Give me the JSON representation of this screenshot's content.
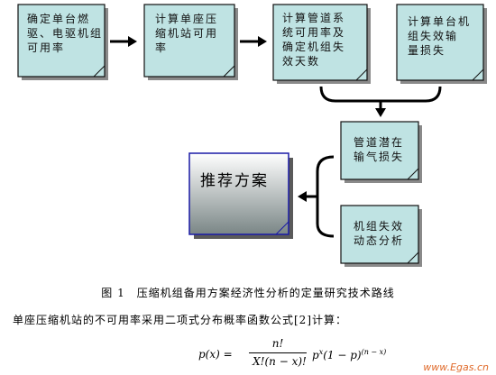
{
  "boxes": {
    "b1": "确定单台燃\n驱、电驱机组\n可用率",
    "b2": "计算单座压\n缩机站可用\n率",
    "b3": "计算管道系\n统可用率及\n确定机组失\n效天数",
    "b4": "计算单台机\n组失效输\n量损失",
    "b5": "管道潜在\n输气损失",
    "b6": "机组失效\n动态分析",
    "result": "推荐方案"
  },
  "caption": "图 1　压缩机组备用方案经济性分析的定量研究技术路线",
  "body_text": "单座压缩机站的不可用率采用二项式分布概率函数公式[2]计算：",
  "formula": {
    "lhs": "p(x) =",
    "numerator": "n!",
    "denominator": "X!(n − x)!",
    "rhs_base": "p",
    "rhs_exp1": "x",
    "rhs_mid": "(1 − p)",
    "rhs_exp2": "(n − x)"
  },
  "watermark": "www.Egas.cn",
  "colors": {
    "box_fill": "#bfe3e3",
    "box_border": "#111111",
    "result_gradient_top": "#ffffff",
    "result_gradient_bottom": "#7f8c8c",
    "result_border": "#1a1aa6",
    "watermark": "#e06a2a"
  }
}
